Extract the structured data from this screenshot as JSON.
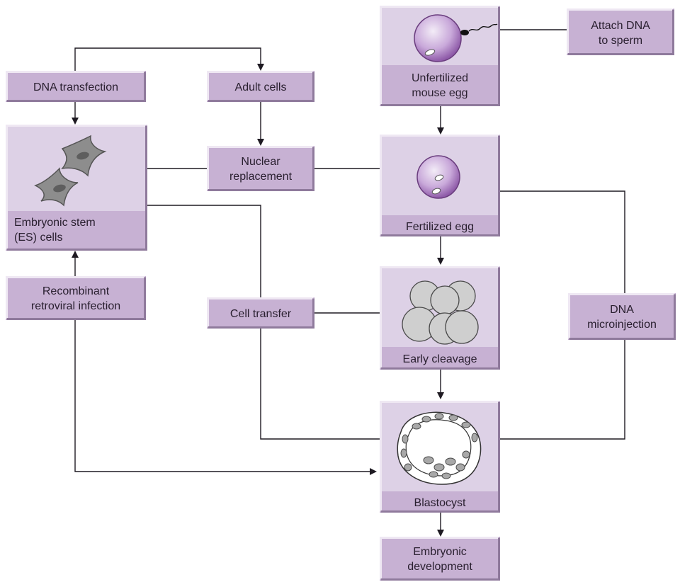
{
  "boxes": {
    "dna_transfection": "DNA transfection",
    "adult_cells": "Adult cells",
    "es_cells_line1": "Embryonic stem",
    "es_cells_line2": "(ES) cells",
    "nuclear_replacement_line1": "Nuclear",
    "nuclear_replacement_line2": "replacement",
    "recombinant_line1": "Recombinant",
    "recombinant_line2": "retroviral infection",
    "cell_transfer": "Cell transfer",
    "unfertilized_line1": "Unfertilized",
    "unfertilized_line2": "mouse egg",
    "attach_dna_line1": "Attach DNA",
    "attach_dna_line2": "to sperm",
    "fertilized_egg": "Fertilized egg",
    "early_cleavage": "Early cleavage",
    "dna_microinjection_line1": "DNA",
    "dna_microinjection_line2": "microinjection",
    "blastocyst": "Blastocyst",
    "embryonic_dev_line1": "Embryonic",
    "embryonic_dev_line2": "development"
  },
  "colors": {
    "box_fill": "#c7b1d3",
    "panel_fill": "#ddd1e6",
    "arrow": "#1e1a22"
  }
}
